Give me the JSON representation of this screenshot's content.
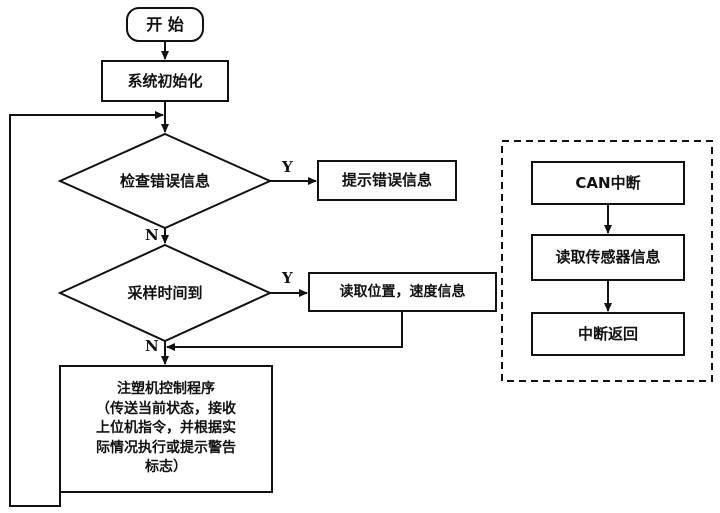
{
  "colors": {
    "stroke": "#111111",
    "background": "#ffffff",
    "text": "#111111"
  },
  "nodes": {
    "start": "开 始",
    "init": "系统初始化",
    "check_error": "检查错误信息",
    "show_error": "提示错误信息",
    "sample_time": "采样时间到",
    "read_pos": "读取位置，速度信息",
    "control": "注塑机控制程序\n（传送当前状态，接收\n上位机指令，并根据实\n际情况执行或提示警告\n标志）",
    "can_interrupt": "CAN中断",
    "read_sensor": "读取传感器信息",
    "int_return": "中断返回"
  },
  "labels": {
    "yes": "Y",
    "no": "N"
  }
}
